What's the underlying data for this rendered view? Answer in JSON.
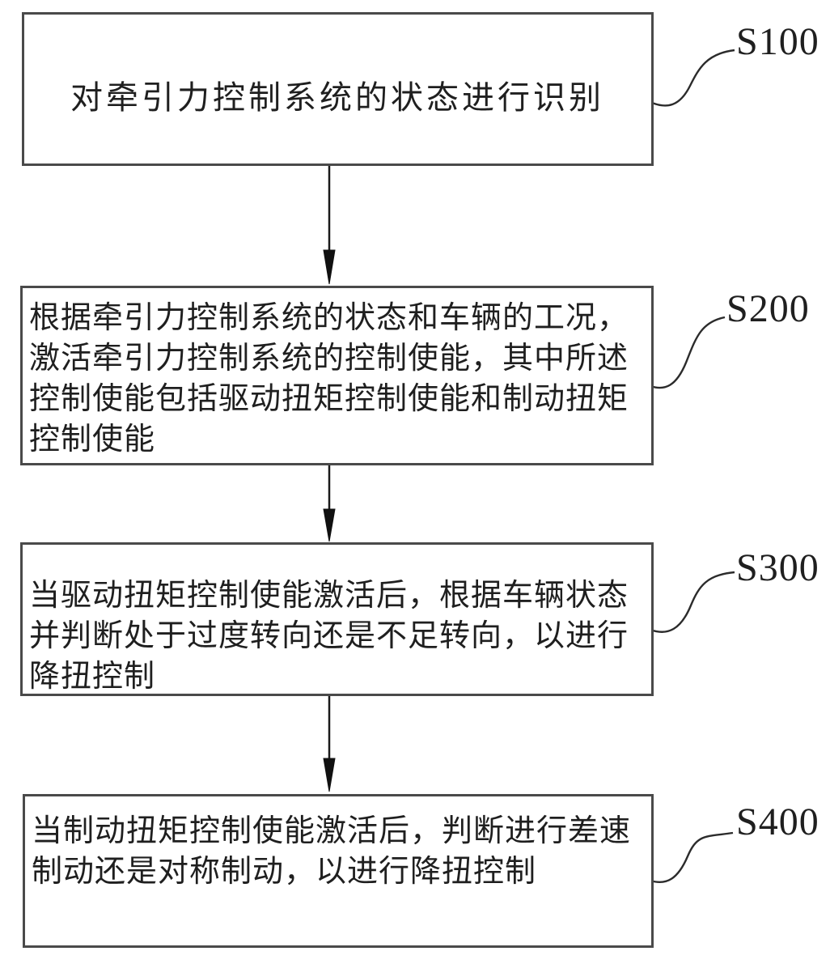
{
  "figure": {
    "type": "flowchart",
    "description": "Patent-style vertical flowchart of a traction control method",
    "colors": {
      "bg": "#ffffff",
      "border": "#4a4a4a",
      "text": "#1f1f1f",
      "connector": "#2b2b2b",
      "arrow_fill": "#111111"
    },
    "connector_style": "curved-leader-lines",
    "arrow_style": "solid-narrow-triangle-down"
  },
  "steps": [
    {
      "label": "S100",
      "text": "对牵引力控制系统的状态进行识别"
    },
    {
      "label": "S200",
      "text": "根据牵引力控制系统的状态和车辆的工况，激活牵引力控制系统的控制使能，其中所述控制使能包括驱动扭矩控制使能和制动扭矩控制使能"
    },
    {
      "label": "S300",
      "text": "当驱动扭矩控制使能激活后，根据车辆状态并判断处于过度转向还是不足转向，以进行降扭控制"
    },
    {
      "label": "S400",
      "text": "当制动扭矩控制使能激活后，判断进行差速制动还是对称制动，以进行降扭控制"
    }
  ]
}
